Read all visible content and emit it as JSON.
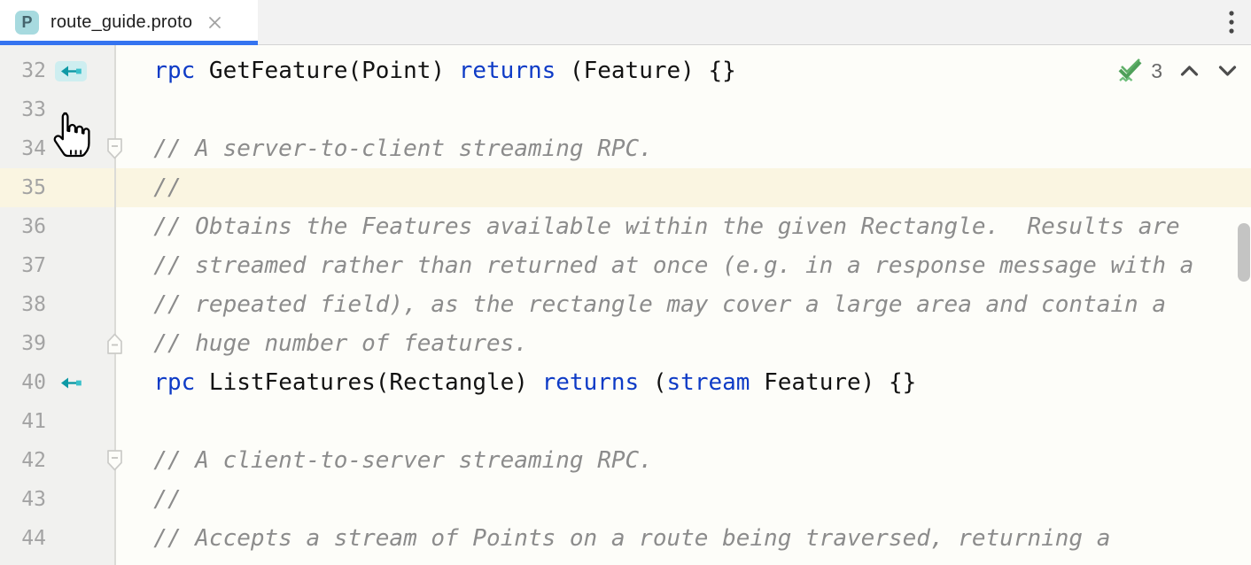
{
  "tab_bar": {
    "tab": {
      "label": "route_guide.proto",
      "icon_letter": "P",
      "active": true
    },
    "icons": {
      "file_icon": "proto-file-icon",
      "close": "close-icon",
      "menu": "kebab-menu-icon"
    }
  },
  "editor": {
    "widget": {
      "icon": "checks-passed-icon",
      "count": "3",
      "prev": "chevron-up-icon",
      "next": "chevron-down-icon"
    },
    "colors": {
      "accent_blue": "#3574F0",
      "keyword": "#0E3BC6",
      "comment": "#8C8C8C",
      "gutter_icon_teal": "#0E99A5",
      "caret_row": "#FAF5E1",
      "check_green": "#4FA05A"
    },
    "lines": [
      {
        "n": "32",
        "gutter_icon": "implemented-arrow-icon",
        "gutter_hover": true,
        "fold": null,
        "hl": false,
        "segs": [
          {
            "c": "plain",
            "t": "  "
          },
          {
            "c": "kw",
            "t": "rpc"
          },
          {
            "c": "plain",
            "t": " GetFeature(Point) "
          },
          {
            "c": "kw",
            "t": "returns"
          },
          {
            "c": "plain",
            "t": " (Feature) {}"
          }
        ]
      },
      {
        "n": "33",
        "gutter_icon": null,
        "fold": null,
        "hl": false,
        "segs": []
      },
      {
        "n": "34",
        "gutter_icon": null,
        "fold": "start",
        "hl": false,
        "segs": [
          {
            "c": "comment",
            "t": "  // A server-to-client streaming RPC."
          }
        ]
      },
      {
        "n": "35",
        "gutter_icon": null,
        "fold": null,
        "hl": true,
        "segs": [
          {
            "c": "comment",
            "t": "  //"
          }
        ]
      },
      {
        "n": "36",
        "gutter_icon": null,
        "fold": null,
        "hl": false,
        "segs": [
          {
            "c": "comment",
            "t": "  // Obtains the Features available within the given Rectangle.  Results are"
          }
        ]
      },
      {
        "n": "37",
        "gutter_icon": null,
        "fold": null,
        "hl": false,
        "segs": [
          {
            "c": "comment",
            "t": "  // streamed rather than returned at once (e.g. in a response message with a"
          }
        ]
      },
      {
        "n": "38",
        "gutter_icon": null,
        "fold": null,
        "hl": false,
        "segs": [
          {
            "c": "comment",
            "t": "  // repeated field), as the rectangle may cover a large area and contain a"
          }
        ]
      },
      {
        "n": "39",
        "gutter_icon": null,
        "fold": "end",
        "hl": false,
        "segs": [
          {
            "c": "comment",
            "t": "  // huge number of features."
          }
        ]
      },
      {
        "n": "40",
        "gutter_icon": "implemented-arrow-icon",
        "gutter_hover": false,
        "fold": null,
        "hl": false,
        "segs": [
          {
            "c": "plain",
            "t": "  "
          },
          {
            "c": "kw",
            "t": "rpc"
          },
          {
            "c": "plain",
            "t": " ListFeatures(Rectangle) "
          },
          {
            "c": "kw",
            "t": "returns"
          },
          {
            "c": "plain",
            "t": " ("
          },
          {
            "c": "kw",
            "t": "stream"
          },
          {
            "c": "plain",
            "t": " Feature) {}"
          }
        ]
      },
      {
        "n": "41",
        "gutter_icon": null,
        "fold": null,
        "hl": false,
        "segs": []
      },
      {
        "n": "42",
        "gutter_icon": null,
        "fold": "start",
        "hl": false,
        "segs": [
          {
            "c": "comment",
            "t": "  // A client-to-server streaming RPC."
          }
        ]
      },
      {
        "n": "43",
        "gutter_icon": null,
        "fold": null,
        "hl": false,
        "segs": [
          {
            "c": "comment",
            "t": "  //"
          }
        ]
      },
      {
        "n": "44",
        "gutter_icon": null,
        "fold": null,
        "hl": false,
        "segs": [
          {
            "c": "comment",
            "t": "  // Accepts a stream of Points on a route being traversed, returning a"
          }
        ]
      }
    ]
  }
}
